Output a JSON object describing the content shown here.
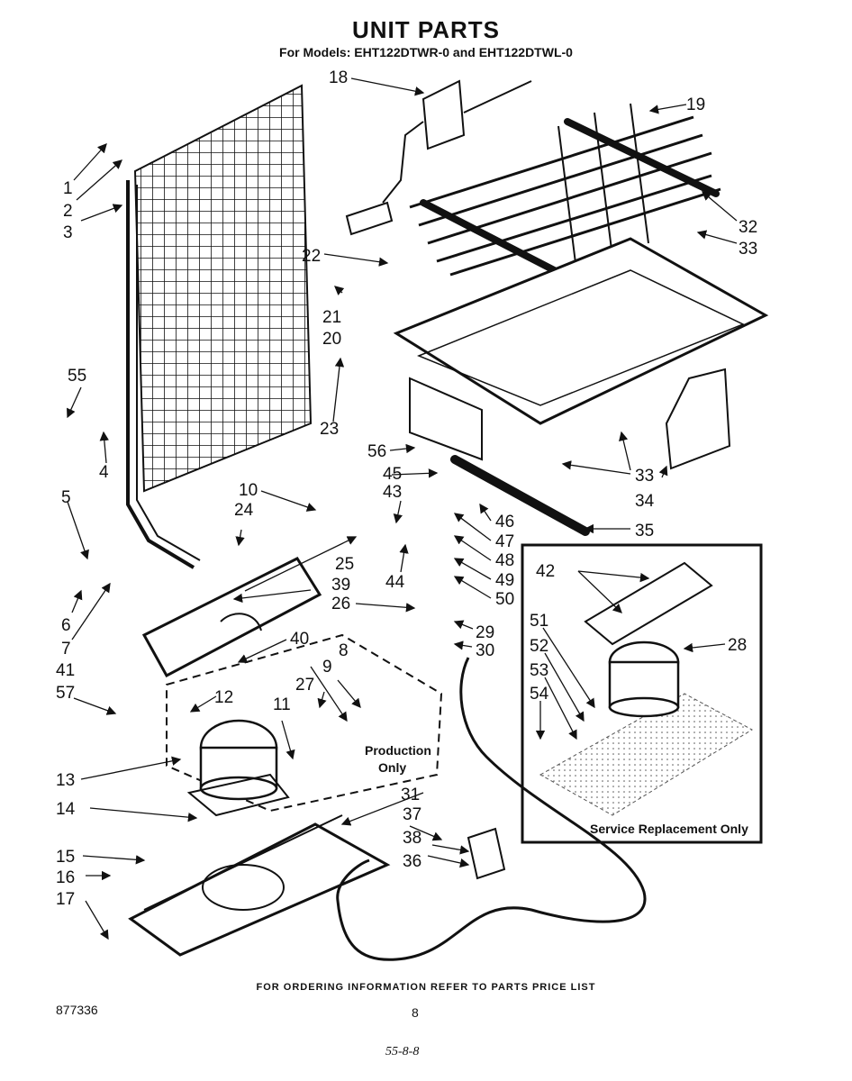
{
  "title": "UNIT PARTS",
  "subtitle": "For Models: EHT122DTWR-0 and EHT122DTWL-0",
  "box_labels": {
    "production_line1": "Production",
    "production_line2": "Only",
    "service_replacement": "Service Replacement Only"
  },
  "callouts": {
    "p1": "1",
    "p2": "2",
    "p3": "3",
    "p4": "4",
    "p5": "5",
    "p6": "6",
    "p7": "7",
    "p8": "8",
    "p9": "9",
    "p10": "10",
    "p11": "11",
    "p12": "12",
    "p13": "13",
    "p14": "14",
    "p15": "15",
    "p16": "16",
    "p17": "17",
    "p18": "18",
    "p19": "19",
    "p20": "20",
    "p21": "21",
    "p22": "22",
    "p23": "23",
    "p24": "24",
    "p25": "25",
    "p26": "26",
    "p27": "27",
    "p28": "28",
    "p29": "29",
    "p30": "30",
    "p31": "31",
    "p32": "32",
    "p33a": "33",
    "p33b": "33",
    "p34": "34",
    "p35": "35",
    "p36": "36",
    "p37": "37",
    "p38": "38",
    "p39": "39",
    "p40": "40",
    "p41": "41",
    "p42": "42",
    "p43": "43",
    "p44": "44",
    "p45": "45",
    "p46": "46",
    "p47": "47",
    "p48": "48",
    "p49": "49",
    "p50": "50",
    "p51": "51",
    "p52": "52",
    "p53": "53",
    "p54": "54",
    "p55": "55",
    "p56": "56",
    "p57": "57"
  },
  "footer": {
    "ordering_note": "FOR ORDERING INFORMATION REFER TO PARTS PRICE LIST",
    "doc_number": "877336",
    "page_number": "8",
    "handwritten_note": "55-8-8"
  }
}
